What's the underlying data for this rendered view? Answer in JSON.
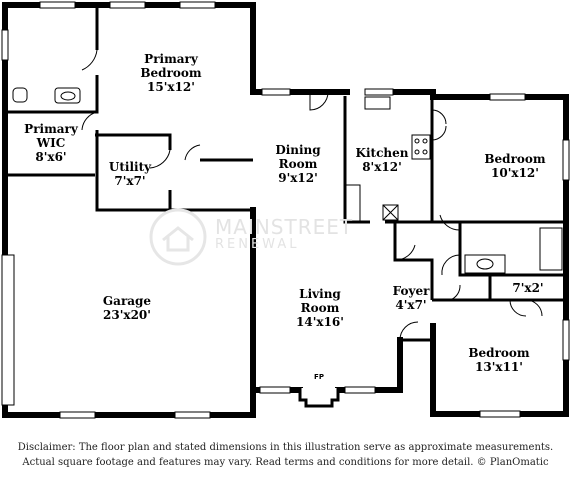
{
  "rooms": {
    "primary_bedroom": {
      "name": "Primary\nBedroom",
      "dim": "15'x12'"
    },
    "primary_wic": {
      "name": "Primary\nWIC",
      "dim": "8'x6'"
    },
    "utility": {
      "name": "Utility",
      "dim": "7'x7'"
    },
    "dining_room": {
      "name": "Dining\nRoom",
      "dim": "9'x12'"
    },
    "kitchen": {
      "name": "Kitchen",
      "dim": "8'x12'"
    },
    "bedroom_1": {
      "name": "Bedroom",
      "dim": "10'x12'"
    },
    "garage": {
      "name": "Garage",
      "dim": "23'x20'"
    },
    "living_room": {
      "name": "Living\nRoom",
      "dim": "14'x16'"
    },
    "foyer": {
      "name": "Foyer",
      "dim": "4'x7'"
    },
    "closet": {
      "name": "",
      "dim": "7'x2'"
    },
    "bedroom_2": {
      "name": "Bedroom",
      "dim": "13'x11'"
    }
  },
  "fireplace": "FP",
  "watermark": {
    "line1": "MAINSTREET",
    "line2": "RENEWAL"
  },
  "disclaimer": {
    "line1": "Disclaimer: The floor plan and stated dimensions in this illustration serve as approximate measurements.",
    "line2": "Actual square footage and features may vary. Read terms and conditions for more detail. © PlanOmatic"
  },
  "colors": {
    "wall": "#000000",
    "background": "#ffffff",
    "watermark": "#e3e3e3"
  }
}
